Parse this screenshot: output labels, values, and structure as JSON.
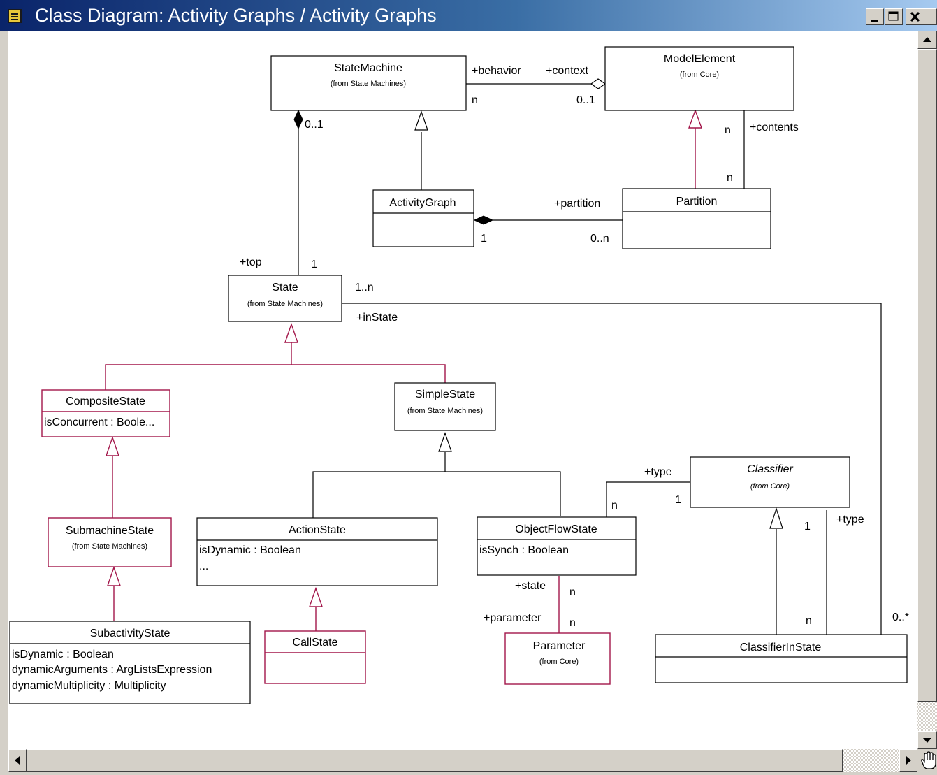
{
  "window": {
    "title": "Class Diagram: Activity Graphs / Activity Graphs",
    "buttons": [
      "minimize",
      "maximize",
      "close"
    ],
    "icons": {
      "app": "class-diagram-icon",
      "pan": "hand-icon"
    }
  },
  "colors": {
    "black_border": "#000000",
    "maroon_border": "#a3164a",
    "title_gradient": "#0a246a"
  },
  "classes": {
    "state_machine": {
      "name": "StateMachine",
      "from": "(from State Machines)"
    },
    "model_element": {
      "name": "ModelElement",
      "from": "(from Core)"
    },
    "activity_graph": {
      "name": "ActivityGraph"
    },
    "partition": {
      "name": "Partition"
    },
    "state": {
      "name": "State",
      "from": "(from State Machines)"
    },
    "composite_state": {
      "name": "CompositeState",
      "attrs": [
        "isConcurrent : Boole..."
      ]
    },
    "simple_state": {
      "name": "SimpleState",
      "from": "(from State Machines)"
    },
    "submachine_state": {
      "name": "SubmachineState",
      "from": "(from State Machines)"
    },
    "action_state": {
      "name": "ActionState",
      "attrs": [
        "isDynamic : Boolean",
        "..."
      ]
    },
    "object_flow_state": {
      "name": "ObjectFlowState",
      "attrs": [
        "isSynch : Boolean"
      ]
    },
    "classifier": {
      "name": "Classifier",
      "from": "(from Core)"
    },
    "subactivity_state": {
      "name": "SubactivityState",
      "attrs": [
        "isDynamic : Boolean",
        "dynamicArguments : ArgListsExpression",
        "dynamicMultiplicity : Multiplicity"
      ]
    },
    "call_state": {
      "name": "CallState"
    },
    "parameter": {
      "name": "Parameter",
      "from": "(from Core)"
    },
    "classifier_in_state": {
      "name": "ClassifierInState"
    }
  },
  "labels": {
    "behavior": "+behavior",
    "context": "+context",
    "sm_n": "n",
    "me_01": "0..1",
    "sm_01": "0..1",
    "me_n": "n",
    "contents": "+contents",
    "part_n": "n",
    "partition_role": "+partition",
    "ag_1": "1",
    "part_0n": "0..n",
    "top": "+top",
    "state_1": "1",
    "state_1n": "1..n",
    "in_state": "+inState",
    "type1": "+type",
    "cls_1": "1",
    "ofs_n": "n",
    "cls_1b": "1",
    "type2": "+type",
    "state_role": "+state",
    "ofs_n2": "n",
    "parameter_role": "+parameter",
    "param_n": "n",
    "cis_n": "n",
    "cis_0star": "0..*"
  }
}
